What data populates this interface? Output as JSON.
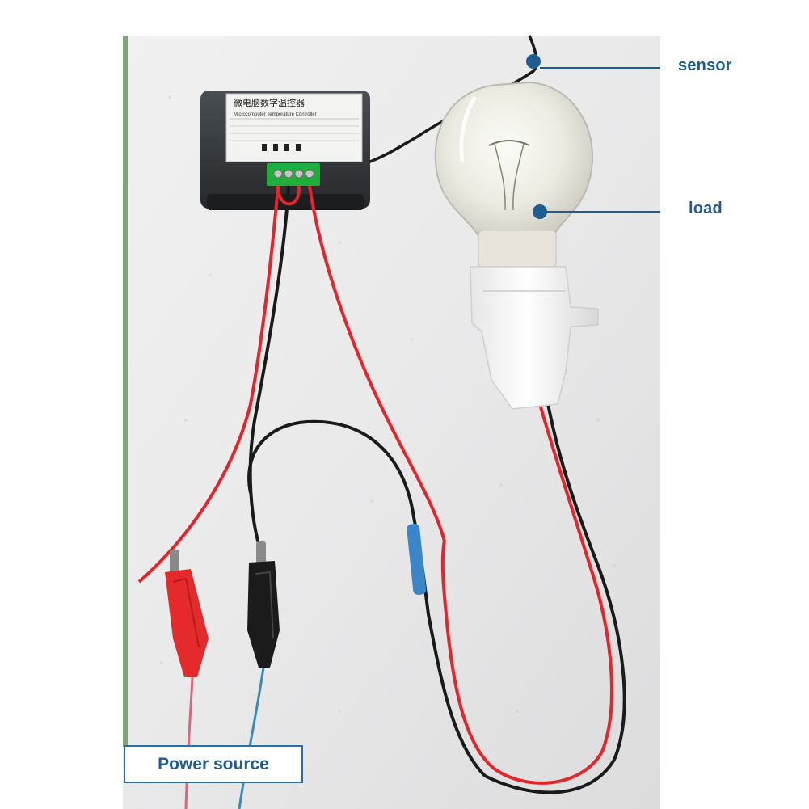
{
  "callouts": {
    "sensor": "sensor",
    "load": "load",
    "power_source": "Power source"
  },
  "device": {
    "title_cn": "微电脑数字温控器",
    "subtitle_en": "Microcomputer Temperature Controller"
  },
  "colors": {
    "accent": "#1f5c8f",
    "wire_red": "#e5242b",
    "wire_black": "#1a1a1a",
    "wire_blue": "#3a86c8",
    "terminal_green": "#1fae3c"
  }
}
